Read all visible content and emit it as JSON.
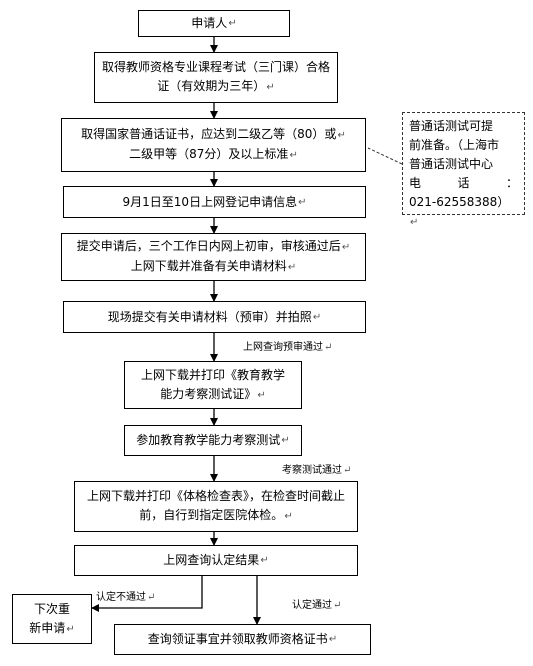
{
  "flow": {
    "applicant": "申请人",
    "step_exam_line1": "取得教师资格专业课程考试（三门课）合格",
    "step_exam_line2": "证（有效期为三年）",
    "step_putonghua_line1": "取得国家普通话证书，应达到二级乙等（80）或",
    "step_putonghua_line2": "二级甲等（87分）及以上标准",
    "step_register": "9月1日至10日上网登记申请信息",
    "step_submit_line1": "提交申请后，三个工作日内网上初审，审核通过后",
    "step_submit_line2": "上网下载并准备有关申请材料",
    "step_onsite": "现场提交有关申请材料（预审）并拍照",
    "step_download_cert_line1": "上网下载并打印《教育教学",
    "step_download_cert_line2": "能力考察测试证》",
    "step_test": "参加教育教学能力考察测试",
    "step_health_line1": "上网下载并打印《体格检查表》，在检查时间截止",
    "step_health_line2": "前，自行到指定医院体检。",
    "step_result": "上网查询认定结果",
    "step_reapply_line1": "下次重",
    "step_reapply_line2": "新申请",
    "step_final": "查询领证事宜并领取教师资格证书"
  },
  "labels": {
    "pre_review_passed": "上网查询预审通过",
    "test_passed": "考察测试通过",
    "not_passed": "认定不通过",
    "passed": "认定通过"
  },
  "note": {
    "line1": "普通话测试可提",
    "line2": "前准备。（上海市",
    "line3": "普通话测试中心",
    "line4_a": "电",
    "line4_b": "话",
    "line4_c": "：",
    "line5": "021-62558388）"
  },
  "paragraph_mark": "↵"
}
